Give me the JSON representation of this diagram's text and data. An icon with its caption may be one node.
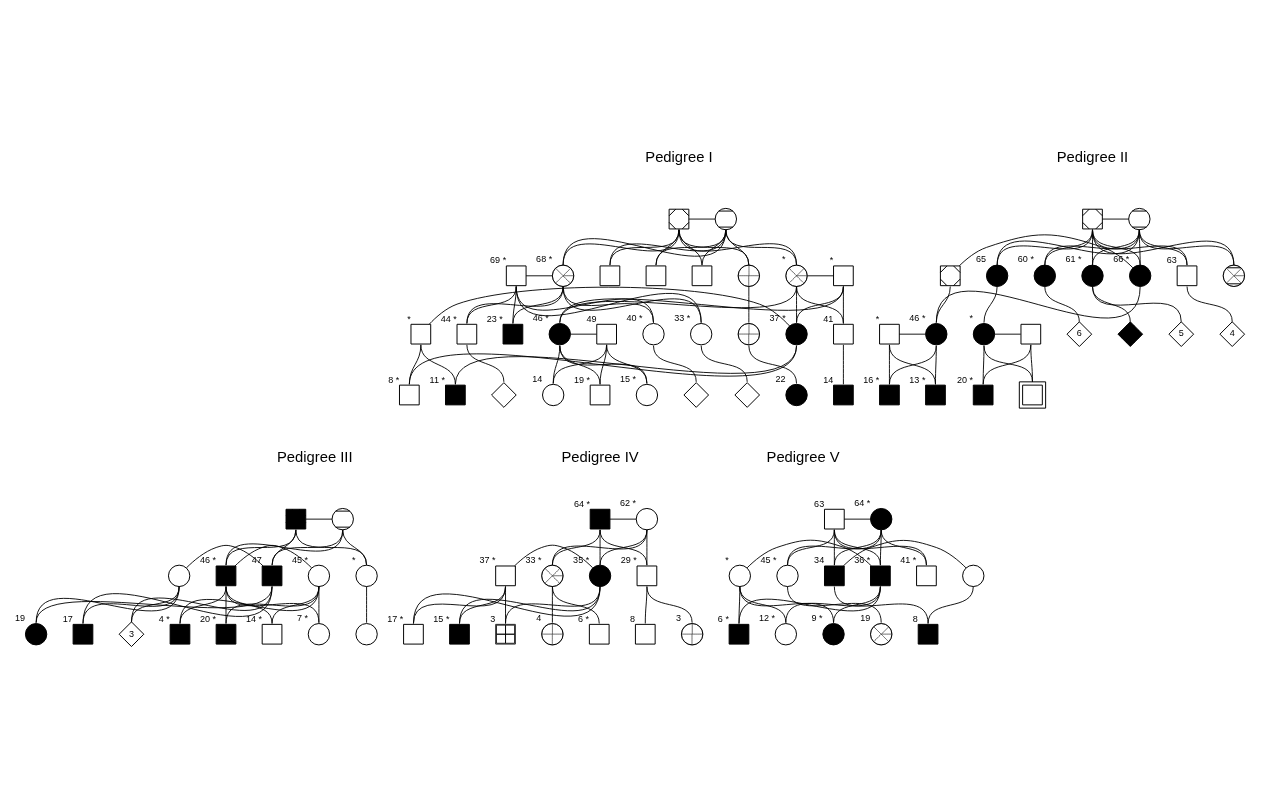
{
  "diagram": {
    "nodes": [
      {
        "text": [],
        "shape": "box"
      },
      {
        "text": [],
        "shape": "circle"
      },
      {
        "text": [],
        "shape": "box",
        "beside": [
          "69",
          "*"
        ]
      },
      {
        "text": [],
        "shape": "circle",
        "beside": [
          "68",
          "*"
        ]
      },
      {
        "text": [],
        "shape": "box"
      },
      {
        "text": [],
        "shape": "box"
      },
      {
        "text": [],
        "shape": "box"
      },
      {
        "text": [],
        "shape": "circle"
      },
      {
        "text": [],
        "shape": "circle",
        "beside": [
          "*"
        ]
      },
      {
        "text": [],
        "shape": "box",
        "beside": [
          "*"
        ]
      },
      {
        "text": [],
        "shape": "box",
        "beside": [
          "23",
          "*"
        ]
      },
      {
        "text": [],
        "shape": "box",
        "beside": [
          "44",
          "*"
        ]
      },
      {
        "text": [],
        "shape": "circle",
        "beside": [
          "40",
          "*"
        ]
      },
      {
        "text": [],
        "shape": "circle",
        "beside": [
          "33",
          "*"
        ]
      },
      {
        "text": [],
        "shape": "circle"
      },
      {
        "text": [],
        "shape": "box",
        "beside": [
          "*"
        ]
      },
      {
        "text": [],
        "shape": "circle",
        "beside": [
          "37",
          "*"
        ]
      },
      {
        "text": [],
        "shape": "box",
        "beside": [
          "41"
        ]
      },
      {
        "text": [],
        "shape": "circle",
        "beside": [
          "46",
          "*"
        ]
      },
      {
        "text": [],
        "shape": "box",
        "beside": [
          "49"
        ]
      },
      {
        "text": [],
        "shape": "diamond"
      },
      {
        "text": [],
        "shape": "diamond"
      },
      {
        "text": [],
        "shape": "diamond"
      },
      {
        "text": [],
        "shape": "circle",
        "beside": [
          "22"
        ]
      },
      {
        "text": [],
        "shape": "box",
        "beside": [
          "11",
          "*"
        ]
      },
      {
        "text": [],
        "shape": "box",
        "beside": [
          "8",
          "*"
        ]
      },
      {
        "text": [],
        "shape": "box",
        "beside": [
          "14"
        ]
      },
      {
        "text": [],
        "shape": "circle",
        "beside": [
          "15",
          "*"
        ]
      },
      {
        "text": [],
        "shape": "circle",
        "beside": [
          "14"
        ]
      },
      {
        "text": [],
        "shape": "box",
        "beside": [
          "19",
          "*"
        ]
      },
      {
        "text": [],
        "shape": "box"
      },
      {
        "text": [],
        "shape": "circle"
      },
      {
        "text": [],
        "shape": "box"
      },
      {
        "text": [],
        "shape": "circle",
        "beside": [
          "66",
          "*"
        ]
      },
      {
        "text": [],
        "shape": "circle",
        "beside": [
          "65"
        ]
      },
      {
        "text": [],
        "shape": "circle"
      },
      {
        "text": [],
        "shape": "circle",
        "beside": [
          "60",
          "*"
        ]
      },
      {
        "text": [],
        "shape": "circle",
        "beside": [
          "61",
          "*"
        ]
      },
      {
        "text": [],
        "shape": "box",
        "beside": [
          "63"
        ]
      },
      {
        "text": [],
        "shape": "box",
        "beside": [
          "*"
        ]
      },
      {
        "text": [],
        "shape": "circle",
        "beside": [
          "46",
          "*"
        ]
      },
      {
        "text": [],
        "shape": "circle",
        "beside": [
          "*"
        ]
      },
      {
        "text": [],
        "shape": "box"
      },
      {
        "text": [
          "6"
        ]
      },
      {
        "text": [],
        "shape": "diamond"
      },
      {
        "text": [
          "5"
        ]
      },
      {
        "text": [
          "4"
        ]
      },
      {
        "text": [],
        "shape": "box",
        "beside": [
          "16",
          "*"
        ]
      },
      {
        "text": [],
        "shape": "box",
        "beside": [
          "13",
          "*"
        ]
      },
      {
        "text": [],
        "shape": "box",
        "beside": [
          "20",
          "*"
        ]
      },
      {
        "text": [],
        "shape": "box"
      },
      {
        "text": [],
        "shape": "box"
      },
      {
        "text": [],
        "shape": "circle"
      },
      {
        "text": [],
        "shape": "circle"
      },
      {
        "text": [],
        "shape": "box",
        "beside": [
          "47"
        ]
      },
      {
        "text": [],
        "shape": "box",
        "beside": [
          "46",
          "*"
        ]
      },
      {
        "text": [],
        "shape": "circle",
        "beside": [
          "45",
          "*"
        ]
      },
      {
        "text": [],
        "shape": "circle",
        "beside": [
          "*"
        ]
      },
      {
        "text": [],
        "shape": "circle",
        "beside": [
          "19"
        ]
      },
      {
        "text": [],
        "shape": "box",
        "beside": [
          "17"
        ]
      },
      {
        "text": [
          "3"
        ]
      },
      {
        "text": [],
        "shape": "box",
        "beside": [
          "20",
          "*"
        ]
      },
      {
        "text": [],
        "shape": "box",
        "beside": [
          "14",
          "*"
        ]
      },
      {
        "text": [],
        "shape": "circle",
        "beside": [
          "7",
          "*"
        ]
      },
      {
        "text": [],
        "shape": "box",
        "beside": [
          "4",
          "*"
        ]
      },
      {
        "text": [],
        "shape": "circle"
      },
      {
        "text": [],
        "shape": "box",
        "beside": [
          "64",
          "*"
        ]
      },
      {
        "text": [],
        "shape": "circle",
        "beside": [
          "62",
          "*"
        ]
      },
      {
        "text": [],
        "shape": "box",
        "beside": [
          "37",
          "*"
        ]
      },
      {
        "text": [],
        "shape": "circle",
        "beside": [
          "35",
          "*"
        ]
      },
      {
        "text": [],
        "shape": "box",
        "beside": [
          "29",
          "*"
        ]
      },
      {
        "text": [],
        "shape": "circle",
        "beside": [
          "33",
          "*"
        ]
      },
      {
        "text": [],
        "shape": "box",
        "beside": [
          "17",
          "*"
        ]
      },
      {
        "text": [],
        "shape": "box",
        "beside": [
          "15",
          "*"
        ]
      },
      {
        "text": [],
        "shape": "box",
        "beside": [
          "3"
        ]
      },
      {
        "text": [],
        "shape": "box",
        "beside": [
          "8"
        ]
      },
      {
        "text": [],
        "shape": "circle",
        "beside": [
          "3"
        ]
      },
      {
        "text": [],
        "shape": "circle",
        "beside": [
          "4"
        ]
      },
      {
        "text": [],
        "shape": "box",
        "beside": [
          "6",
          "*"
        ]
      },
      {
        "text": [],
        "shape": "box",
        "beside": [
          "63"
        ]
      },
      {
        "text": [],
        "shape": "circle",
        "beside": [
          "64",
          "*"
        ]
      },
      {
        "text": [],
        "shape": "circle",
        "beside": [
          "*"
        ]
      },
      {
        "text": [],
        "shape": "box",
        "beside": [
          "36",
          "*"
        ]
      },
      {
        "text": [],
        "shape": "box",
        "beside": [
          "41",
          "*"
        ]
      },
      {
        "text": [],
        "shape": "circle",
        "beside": [
          "45",
          "*"
        ]
      },
      {
        "text": [],
        "shape": "box",
        "beside": [
          "34"
        ]
      },
      {
        "text": [],
        "shape": "circle"
      },
      {
        "text": [],
        "shape": "box",
        "beside": [
          "6",
          "*"
        ]
      },
      {
        "text": [],
        "shape": "circle",
        "beside": [
          "12",
          "*"
        ]
      },
      {
        "text": [],
        "shape": "circle",
        "beside": [
          "9",
          "*"
        ]
      },
      {
        "text": [],
        "shape": "circle",
        "beside": [
          "19"
        ]
      },
      {
        "text": [],
        "shape": "box",
        "beside": [
          "8"
        ]
      }
    ],
    "edges": [
      {
        "from": 0,
        "to": 1,
        "arrow": "none"
      },
      {
        "from": 0,
        "to": 3,
        "arrow": "none"
      },
      {
        "from": 1,
        "to": 3,
        "arrow": "none"
      },
      {
        "from": 0,
        "to": 4,
        "arrow": "none"
      },
      {
        "from": 1,
        "to": 4,
        "arrow": "none"
      },
      {
        "from": 0,
        "to": 5,
        "arrow": "none"
      },
      {
        "from": 1,
        "to": 5,
        "arrow": "none"
      },
      {
        "from": 0,
        "to": 6,
        "arrow": "none"
      },
      {
        "from": 1,
        "to": 6,
        "arrow": "none"
      },
      {
        "from": 0,
        "to": 7,
        "arrow": "none"
      },
      {
        "from": 1,
        "to": 7,
        "arrow": "none"
      },
      {
        "from": 0,
        "to": 8,
        "arrow": "none"
      },
      {
        "from": 1,
        "to": 8,
        "arrow": "none"
      },
      {
        "from": 2,
        "to": 3,
        "arrow": "none"
      },
      {
        "from": 2,
        "to": 10,
        "arrow": "none"
      },
      {
        "from": 3,
        "to": 10,
        "arrow": "none"
      },
      {
        "from": 2,
        "to": 11,
        "arrow": "none"
      },
      {
        "from": 3,
        "to": 11,
        "arrow": "none"
      },
      {
        "from": 2,
        "to": 12,
        "arrow": "none"
      },
      {
        "from": 3,
        "to": 12,
        "arrow": "none"
      },
      {
        "from": 2,
        "to": 13,
        "arrow": "none"
      },
      {
        "from": 3,
        "to": 13,
        "arrow": "none"
      },
      {
        "from": 8,
        "to": 9,
        "arrow": "none"
      },
      {
        "from": 8,
        "to": 16,
        "arrow": "none"
      },
      {
        "from": 9,
        "to": 16,
        "arrow": "none"
      },
      {
        "from": 8,
        "to": 17,
        "arrow": "none"
      },
      {
        "from": 9,
        "to": 17,
        "arrow": "none"
      },
      {
        "from": 8,
        "to": 18,
        "arrow": "none"
      },
      {
        "from": 9,
        "to": 18,
        "arrow": "none"
      },
      {
        "from": 7,
        "to": 14,
        "arrow": "none"
      },
      {
        "from": 11,
        "to": 20,
        "arrow": "none"
      },
      {
        "from": 12,
        "to": 21,
        "arrow": "none"
      },
      {
        "from": 13,
        "to": 22,
        "arrow": "none"
      },
      {
        "from": 14,
        "to": 23,
        "arrow": "none"
      },
      {
        "from": 15,
        "to": 16,
        "arrow": "none"
      },
      {
        "from": 15,
        "to": 24,
        "arrow": "none"
      },
      {
        "from": 16,
        "to": 24,
        "arrow": "none"
      },
      {
        "from": 15,
        "to": 25,
        "arrow": "none"
      },
      {
        "from": 16,
        "to": 25,
        "arrow": "none"
      },
      {
        "from": 17,
        "to": 26,
        "arrow": "none"
      },
      {
        "from": 18,
        "to": 19,
        "arrow": "none"
      },
      {
        "from": 18,
        "to": 27,
        "arrow": "none"
      },
      {
        "from": 19,
        "to": 27,
        "arrow": "none"
      },
      {
        "from": 18,
        "to": 28,
        "arrow": "none"
      },
      {
        "from": 19,
        "to": 28,
        "arrow": "none"
      },
      {
        "from": 18,
        "to": 29,
        "arrow": "none"
      },
      {
        "from": 19,
        "to": 29,
        "arrow": "none"
      },
      {
        "from": 30,
        "to": 31,
        "arrow": "none"
      },
      {
        "from": 30,
        "to": 33,
        "arrow": "none"
      },
      {
        "from": 31,
        "to": 33,
        "arrow": "none"
      },
      {
        "from": 30,
        "to": 34,
        "arrow": "none"
      },
      {
        "from": 31,
        "to": 34,
        "arrow": "none"
      },
      {
        "from": 30,
        "to": 35,
        "arrow": "none"
      },
      {
        "from": 31,
        "to": 35,
        "arrow": "none"
      },
      {
        "from": 30,
        "to": 36,
        "arrow": "none"
      },
      {
        "from": 31,
        "to": 36,
        "arrow": "none"
      },
      {
        "from": 30,
        "to": 37,
        "arrow": "none"
      },
      {
        "from": 31,
        "to": 37,
        "arrow": "none"
      },
      {
        "from": 30,
        "to": 38,
        "arrow": "none"
      },
      {
        "from": 31,
        "to": 38,
        "arrow": "none"
      },
      {
        "from": 32,
        "to": 33,
        "arrow": "none"
      },
      {
        "from": 32,
        "to": 40,
        "arrow": "none"
      },
      {
        "from": 33,
        "to": 40,
        "arrow": "none"
      },
      {
        "from": 34,
        "to": 41,
        "arrow": "none"
      },
      {
        "from": 36,
        "to": 43,
        "arrow": "none"
      },
      {
        "from": 37,
        "to": 44,
        "arrow": "none"
      },
      {
        "from": 37,
        "to": 45,
        "arrow": "none"
      },
      {
        "from": 38,
        "to": 46,
        "arrow": "none"
      },
      {
        "from": 39,
        "to": 40,
        "arrow": "none"
      },
      {
        "from": 39,
        "to": 47,
        "arrow": "none"
      },
      {
        "from": 40,
        "to": 47,
        "arrow": "none"
      },
      {
        "from": 39,
        "to": 48,
        "arrow": "none"
      },
      {
        "from": 40,
        "to": 48,
        "arrow": "none"
      },
      {
        "from": 41,
        "to": 42,
        "arrow": "none"
      },
      {
        "from": 41,
        "to": 49,
        "arrow": "none"
      },
      {
        "from": 42,
        "to": 49,
        "arrow": "none"
      },
      {
        "from": 41,
        "to": 50,
        "arrow": "none"
      },
      {
        "from": 42,
        "to": 50,
        "arrow": "none"
      },
      {
        "from": 51,
        "to": 52,
        "arrow": "none"
      },
      {
        "from": 51,
        "to": 54,
        "arrow": "none"
      },
      {
        "from": 52,
        "to": 54,
        "arrow": "none"
      },
      {
        "from": 51,
        "to": 55,
        "arrow": "none"
      },
      {
        "from": 52,
        "to": 55,
        "arrow": "none"
      },
      {
        "from": 51,
        "to": 57,
        "arrow": "none"
      },
      {
        "from": 52,
        "to": 57,
        "arrow": "none"
      },
      {
        "from": 53,
        "to": 54,
        "arrow": "none"
      },
      {
        "from": 53,
        "to": 58,
        "arrow": "none"
      },
      {
        "from": 54,
        "to": 58,
        "arrow": "none"
      },
      {
        "from": 53,
        "to": 59,
        "arrow": "none"
      },
      {
        "from": 54,
        "to": 59,
        "arrow": "none"
      },
      {
        "from": 53,
        "to": 60,
        "arrow": "none"
      },
      {
        "from": 54,
        "to": 60,
        "arrow": "none"
      },
      {
        "from": 55,
        "to": 56,
        "arrow": "none"
      },
      {
        "from": 55,
        "to": 61,
        "arrow": "none"
      },
      {
        "from": 56,
        "to": 61,
        "arrow": "none"
      },
      {
        "from": 55,
        "to": 62,
        "arrow": "none"
      },
      {
        "from": 56,
        "to": 62,
        "arrow": "none"
      },
      {
        "from": 55,
        "to": 63,
        "arrow": "none"
      },
      {
        "from": 56,
        "to": 63,
        "arrow": "none"
      },
      {
        "from": 55,
        "to": 64,
        "arrow": "none"
      },
      {
        "from": 56,
        "to": 64,
        "arrow": "none"
      },
      {
        "from": 57,
        "to": 65,
        "arrow": "none"
      },
      {
        "from": 66,
        "to": 67,
        "arrow": "none"
      },
      {
        "from": 66,
        "to": 69,
        "arrow": "none"
      },
      {
        "from": 67,
        "to": 69,
        "arrow": "none"
      },
      {
        "from": 66,
        "to": 70,
        "arrow": "none"
      },
      {
        "from": 67,
        "to": 70,
        "arrow": "none"
      },
      {
        "from": 66,
        "to": 71,
        "arrow": "none"
      },
      {
        "from": 67,
        "to": 71,
        "arrow": "none"
      },
      {
        "from": 68,
        "to": 69,
        "arrow": "none"
      },
      {
        "from": 68,
        "to": 72,
        "arrow": "none"
      },
      {
        "from": 69,
        "to": 72,
        "arrow": "none"
      },
      {
        "from": 68,
        "to": 73,
        "arrow": "none"
      },
      {
        "from": 69,
        "to": 73,
        "arrow": "none"
      },
      {
        "from": 68,
        "to": 74,
        "arrow": "none"
      },
      {
        "from": 69,
        "to": 74,
        "arrow": "none"
      },
      {
        "from": 70,
        "to": 75,
        "arrow": "none"
      },
      {
        "from": 70,
        "to": 76,
        "arrow": "none"
      },
      {
        "from": 71,
        "to": 77,
        "arrow": "none"
      },
      {
        "from": 71,
        "to": 78,
        "arrow": "none"
      },
      {
        "from": 79,
        "to": 80,
        "arrow": "none"
      },
      {
        "from": 79,
        "to": 82,
        "arrow": "none"
      },
      {
        "from": 80,
        "to": 82,
        "arrow": "none"
      },
      {
        "from": 79,
        "to": 83,
        "arrow": "none"
      },
      {
        "from": 80,
        "to": 83,
        "arrow": "none"
      },
      {
        "from": 79,
        "to": 84,
        "arrow": "none"
      },
      {
        "from": 80,
        "to": 84,
        "arrow": "none"
      },
      {
        "from": 79,
        "to": 85,
        "arrow": "none"
      },
      {
        "from": 80,
        "to": 85,
        "arrow": "none"
      },
      {
        "from": 81,
        "to": 82,
        "arrow": "none"
      },
      {
        "from": 81,
        "to": 87,
        "arrow": "none"
      },
      {
        "from": 82,
        "to": 87,
        "arrow": "none"
      },
      {
        "from": 81,
        "to": 88,
        "arrow": "none"
      },
      {
        "from": 82,
        "to": 88,
        "arrow": "none"
      },
      {
        "from": 81,
        "to": 89,
        "arrow": "none"
      },
      {
        "from": 82,
        "to": 89,
        "arrow": "none"
      },
      {
        "from": 84,
        "to": 90,
        "arrow": "none"
      },
      {
        "from": 85,
        "to": 86,
        "arrow": "none"
      },
      {
        "from": 85,
        "to": 91,
        "arrow": "none"
      },
      {
        "from": 86,
        "to": 91,
        "arrow": "none"
      }
    ],
    "labels": [
      "Pedigree I",
      "Pedigree II",
      "Pedigree III",
      "Pedigree IV",
      "Pedigree V"
    ]
  }
}
